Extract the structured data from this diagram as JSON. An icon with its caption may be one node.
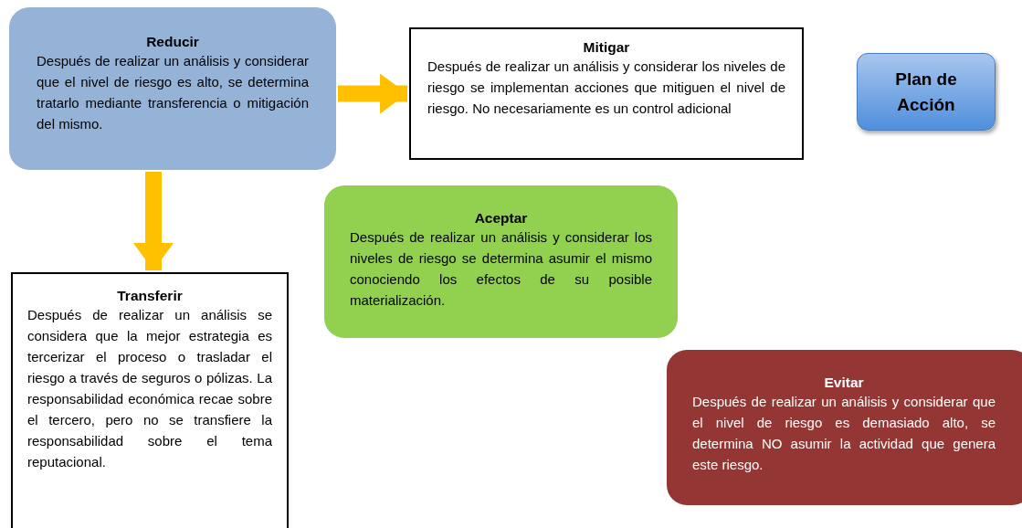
{
  "diagram": {
    "nodes": [
      {
        "text": [
          "Reducir",
          "Después de realizar un análisis y considerar que el nivel de riesgo es alto, se determina tratarlo mediante transferencia o mitigación del mismo."
        ]
      },
      {
        "text": [
          "Mitigar",
          "Después de realizar un análisis y considerar los niveles de riesgo se implementan acciones que mitiguen el nivel de riesgo. No necesariamente es un control adicional"
        ]
      },
      {
        "text": [
          "Plan de Acción"
        ]
      },
      {
        "text": [
          "Aceptar",
          "Después de realizar un análisis y considerar los niveles de riesgo se determina asumir el mismo conociendo los efectos de su posible materialización."
        ]
      },
      {
        "text": [
          "Transferir",
          "Después de realizar un análisis se considera que la mejor estrategia es tercerizar el proceso o trasladar el riesgo a través de seguros o pólizas. La responsabilidad económica recae sobre el tercero, pero no se transfiere la responsabilidad sobre el tema reputacional."
        ]
      },
      {
        "text": [
          "Evitar",
          "Después de realizar un análisis y considerar que el nivel de riesgo es demasiado alto, se determina NO asumir la actividad que genera este riesgo."
        ]
      }
    ],
    "edges": [
      {
        "from": 0,
        "to": 1,
        "arrow": "to"
      },
      {
        "from": 0,
        "to": 4,
        "arrow": "to"
      }
    ]
  }
}
